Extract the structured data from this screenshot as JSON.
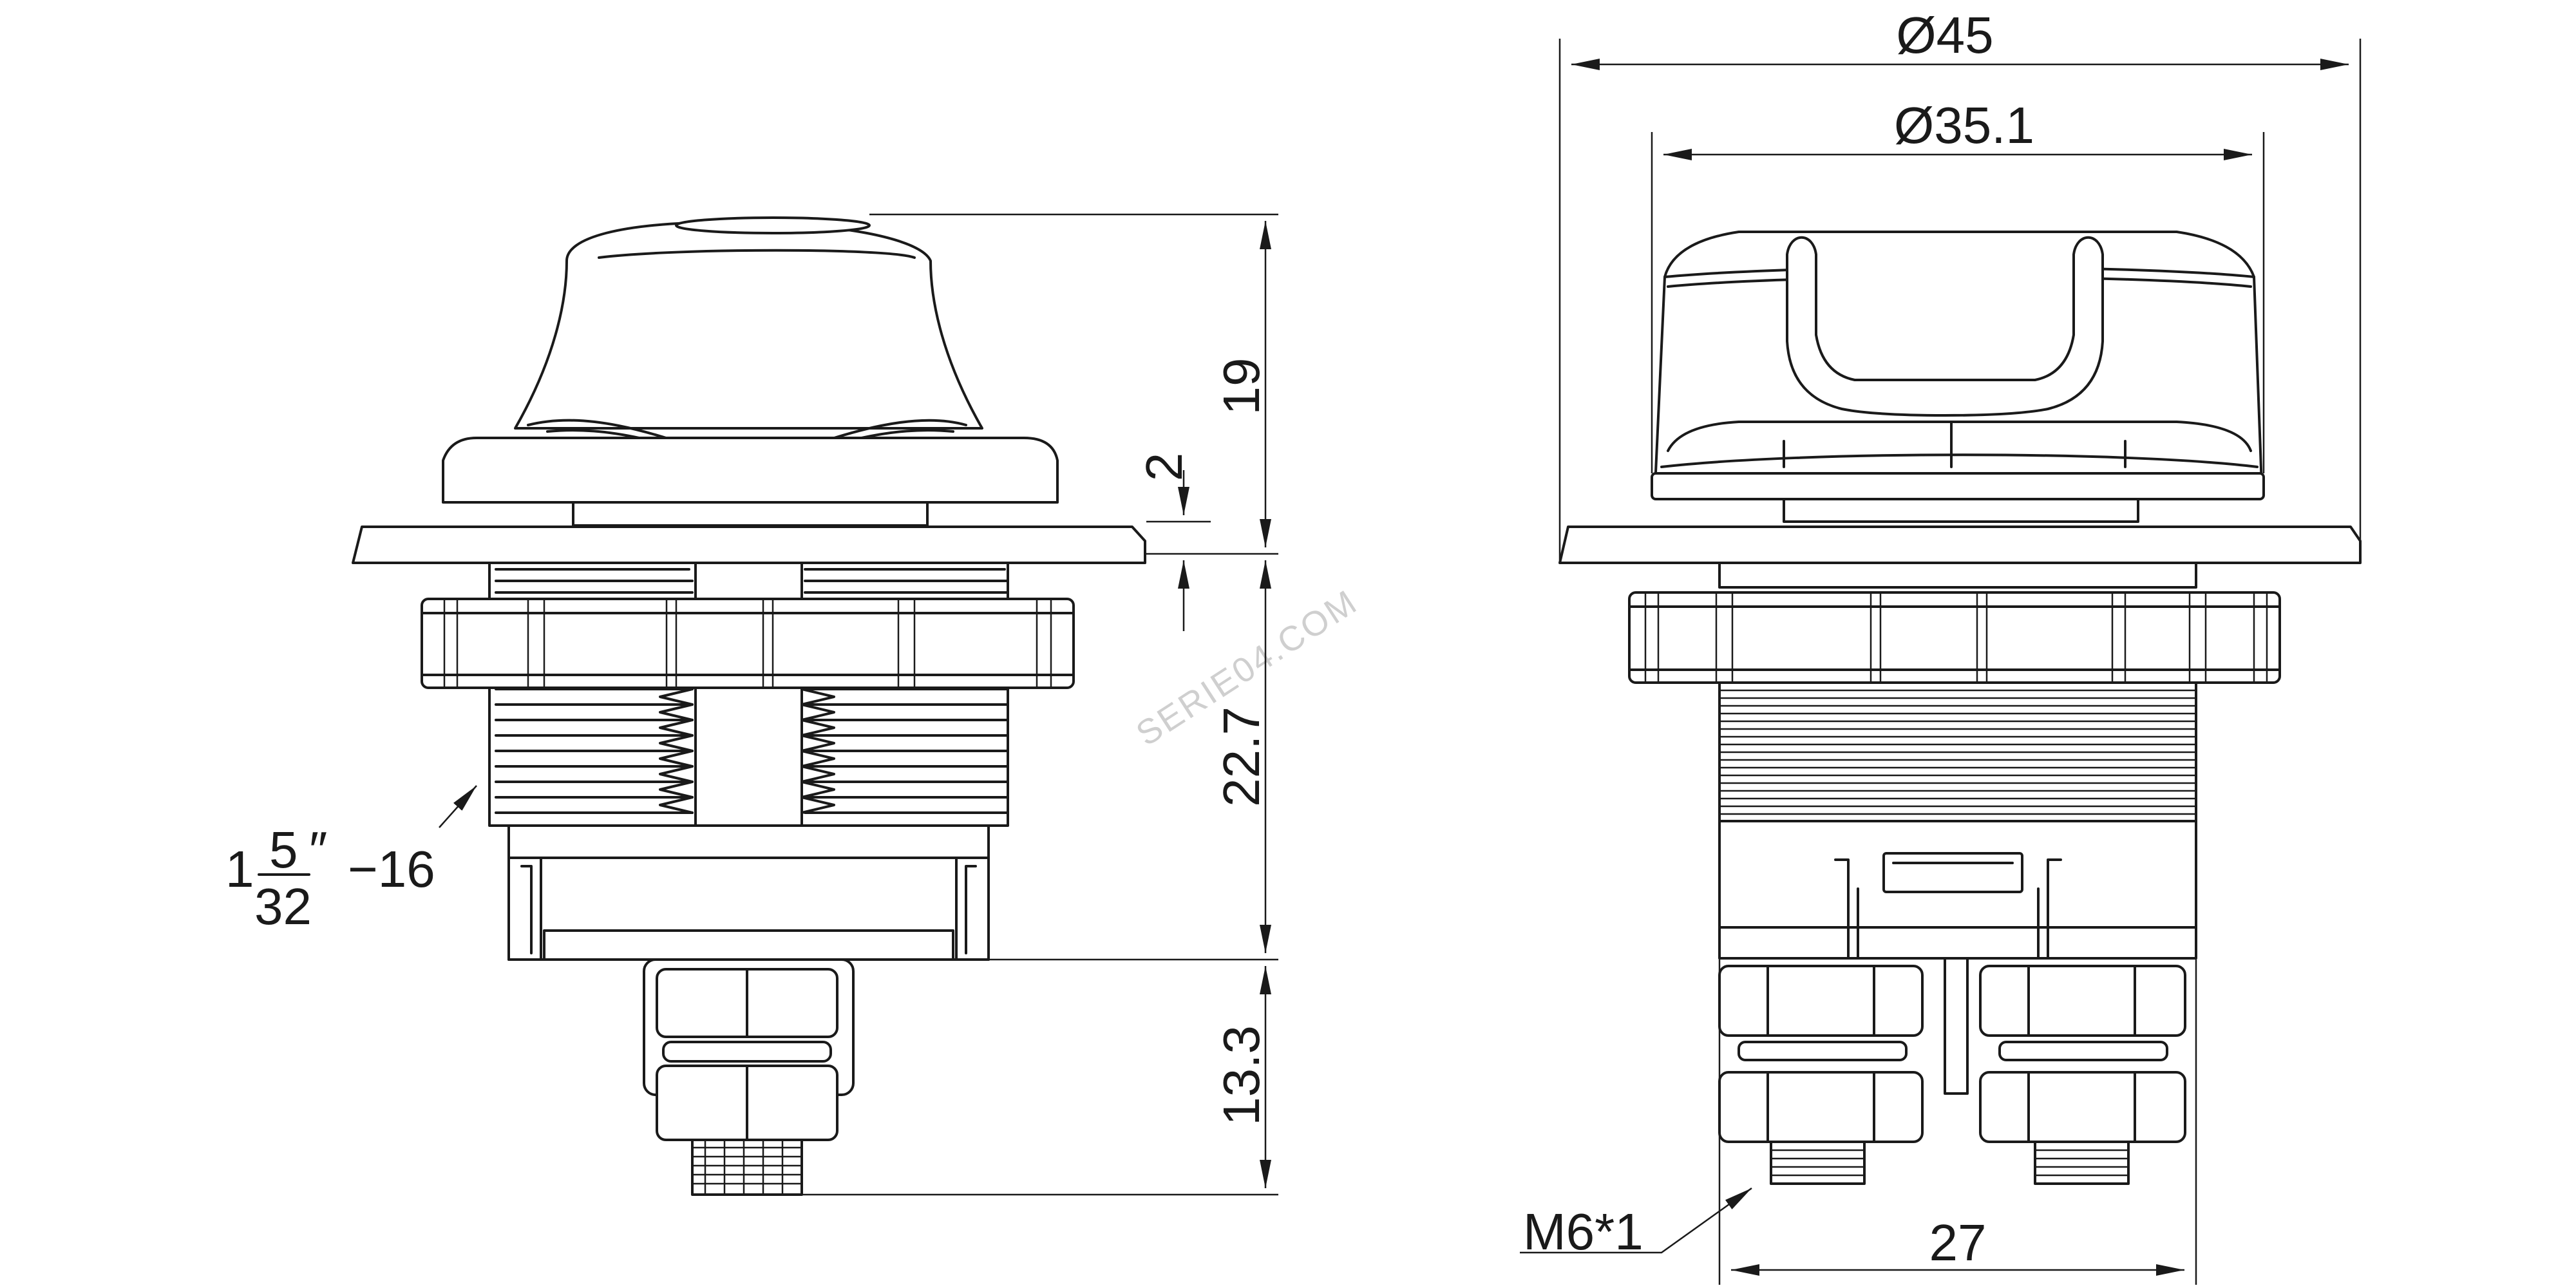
{
  "watermark": "SERIE04.COM",
  "side_view": {
    "dims": {
      "overall_height_top": "19",
      "flange_thickness": "2",
      "body_length": "22.7",
      "terminal_length": "13.3"
    },
    "thread_label": {
      "whole": "1",
      "numerator": "5",
      "denominator": "32",
      "unit": "″",
      "pitch": "−16"
    }
  },
  "front_view": {
    "dims": {
      "outer_diameter": "Ø45",
      "knob_diameter": "Ø35.1",
      "terminal_spacing": "27"
    },
    "stud_label": "M6*1"
  }
}
